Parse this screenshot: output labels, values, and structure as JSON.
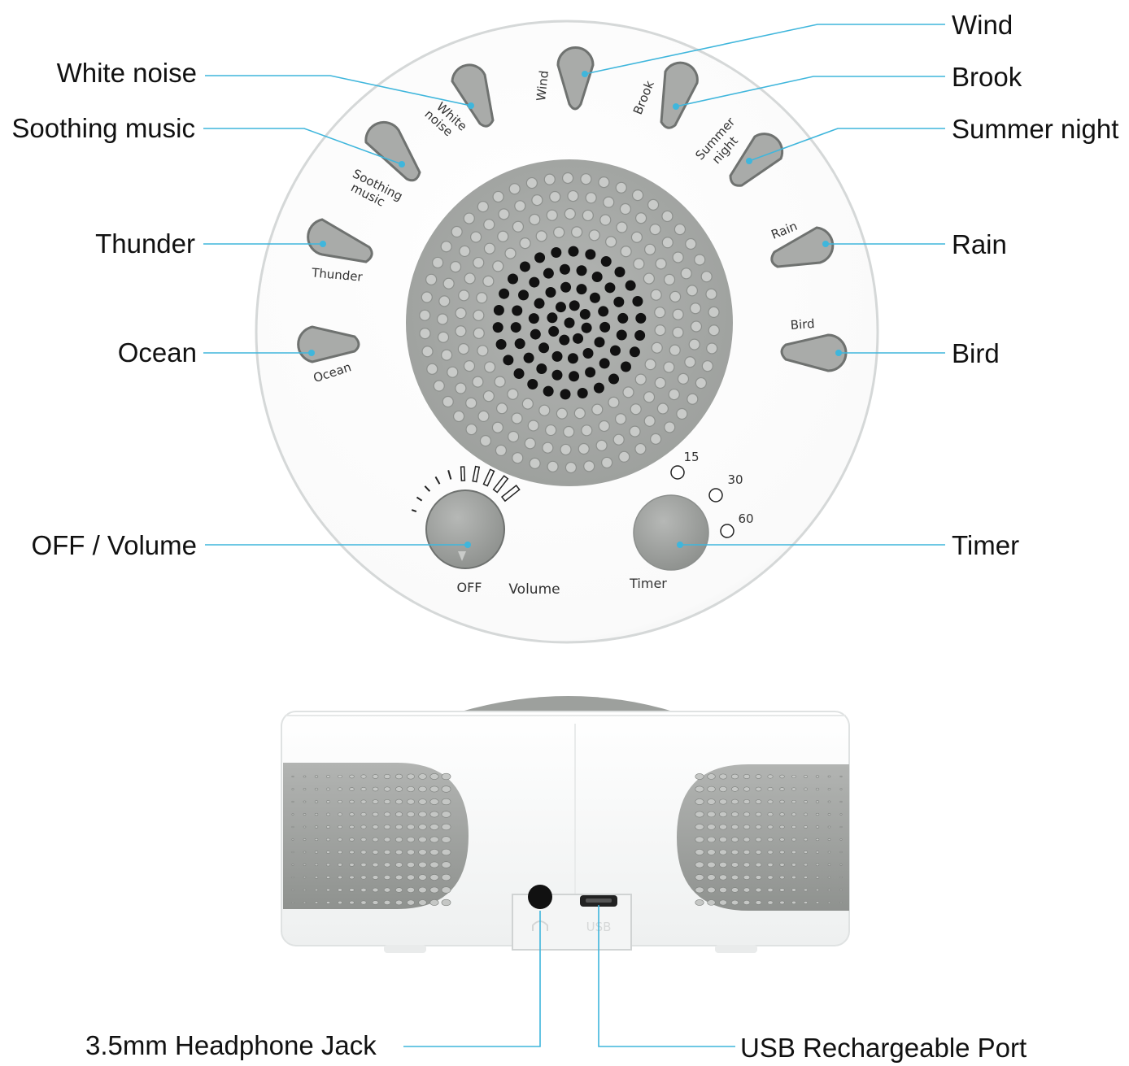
{
  "device_labels": {
    "white_noise": "White noise",
    "wind": "Wind",
    "brook": "Brook",
    "summer_night": "Summer night",
    "soothing_music": "Soothing music",
    "thunder": "Thunder",
    "ocean": "Ocean",
    "rain": "Rain",
    "bird": "Bird",
    "off": "OFF",
    "volume": "Volume",
    "timer": "Timer",
    "timer_15": "15",
    "timer_30": "30",
    "timer_60": "60",
    "usb": "USB"
  },
  "callouts": {
    "wind": "Wind",
    "brook": "Brook",
    "summer_night": "Summer night",
    "rain": "Rain",
    "bird": "Bird",
    "timer": "Timer",
    "white_noise": "White noise",
    "soothing_music": "Soothing music",
    "thunder": "Thunder",
    "ocean": "Ocean",
    "off_volume": "OFF / Volume",
    "headphone_jack": "3.5mm Headphone Jack",
    "usb_port": "USB Rechargeable Port"
  },
  "colors": {
    "leader_line": "#3fb6dc",
    "device_white": "#ffffff",
    "grille_gray": "#a9aca9",
    "button_gray": "#a8aaa8"
  }
}
